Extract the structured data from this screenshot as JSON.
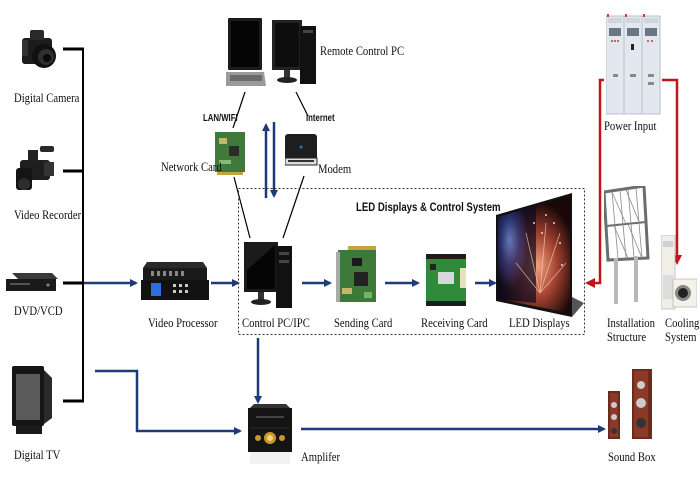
{
  "diagram": {
    "group_title": "LED Displays & Control System",
    "colors": {
      "signal": "#1f3a7a",
      "power": "#c0161a",
      "bus": "#000000"
    },
    "sources": [
      {
        "id": "digital-camera",
        "label": "Digital Camera"
      },
      {
        "id": "video-recorder",
        "label": "Video Recorder"
      },
      {
        "id": "dvd-vcd",
        "label": "DVD/VCD"
      },
      {
        "id": "digital-tv",
        "label": "Digital TV"
      }
    ],
    "remote": {
      "label": "Remote Control PC",
      "lan_label": "LAN/WIFI",
      "internet_label": "Internet",
      "network_card_label": "Network Card",
      "modem_label": "Modem"
    },
    "chain": [
      {
        "id": "video-processor",
        "label": "Video Processor"
      },
      {
        "id": "control-pc",
        "label": "Control PC/IPC"
      },
      {
        "id": "sending-card",
        "label": "Sending Card"
      },
      {
        "id": "receiving-card",
        "label": "Receiving Card"
      },
      {
        "id": "led-displays",
        "label": "LED Displays"
      }
    ],
    "power": {
      "label": "Power Input"
    },
    "installation": {
      "label_line1": "Installation",
      "label_line2": "Structure"
    },
    "cooling": {
      "label_line1": "Cooling",
      "label_line2": "System"
    },
    "audio": {
      "amplifier_label": "Amplifer",
      "sound_box_label": "Sound Box"
    },
    "edges": [
      {
        "from": "sources",
        "to": "video-processor",
        "type": "signal"
      },
      {
        "from": "video-processor",
        "to": "control-pc",
        "type": "signal"
      },
      {
        "from": "control-pc",
        "to": "sending-card",
        "type": "signal"
      },
      {
        "from": "sending-card",
        "to": "receiving-card",
        "type": "signal"
      },
      {
        "from": "receiving-card",
        "to": "led-displays",
        "type": "signal"
      },
      {
        "from": "control-pc",
        "to": "amplifier",
        "type": "signal"
      },
      {
        "from": "sources",
        "to": "amplifier",
        "type": "signal"
      },
      {
        "from": "amplifier",
        "to": "sound-box",
        "type": "signal"
      },
      {
        "from": "power-input",
        "to": "led-displays",
        "type": "power"
      },
      {
        "from": "power-input",
        "to": "cooling-system",
        "type": "power"
      },
      {
        "from": "remote-control-pc",
        "to": "control-pc",
        "type": "bidirectional"
      }
    ]
  }
}
